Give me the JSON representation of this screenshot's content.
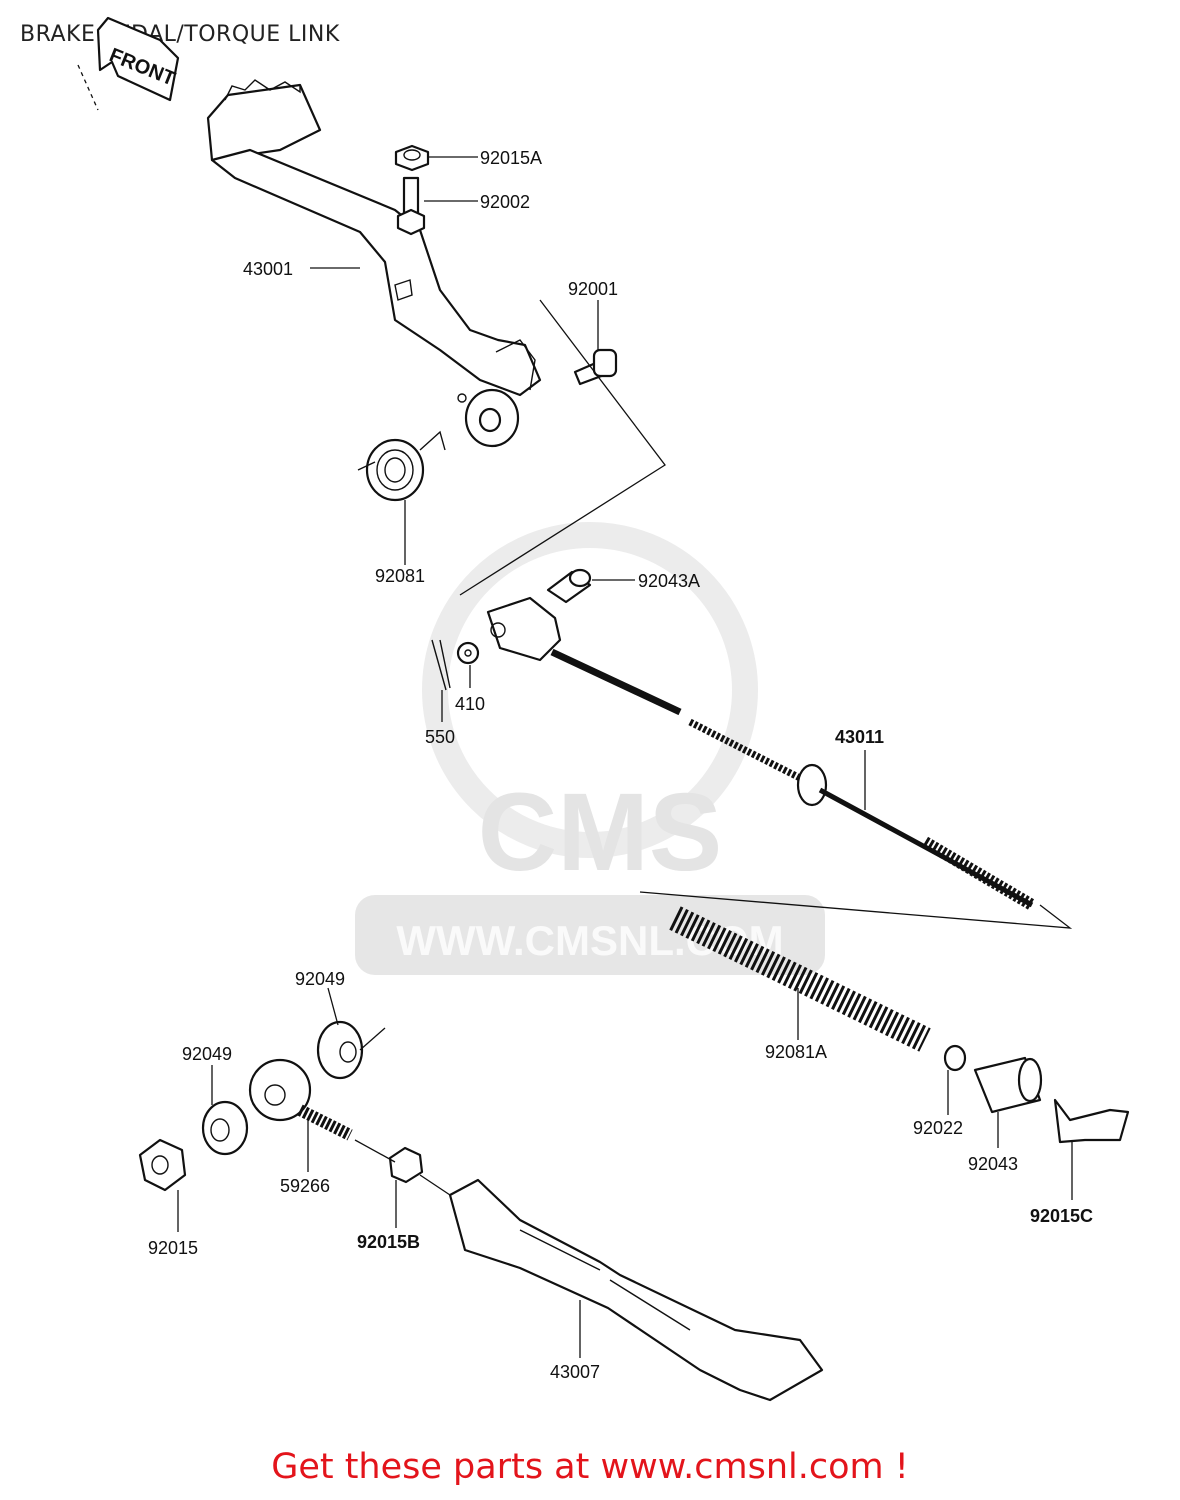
{
  "title": "BRAKE PEDAL/TORQUE LINK",
  "front_label": "FRONT",
  "watermark": {
    "logo": "CMS",
    "url": "WWW.CMSNL.COM"
  },
  "parts": {
    "p92015A": "92015A",
    "p92002": "92002",
    "p43001": "43001",
    "p92001": "92001",
    "p92081": "92081",
    "p92043A": "92043A",
    "p410": "410",
    "p550": "550",
    "p43011": "43011",
    "p92081A": "92081A",
    "p92022": "92022",
    "p92043": "92043",
    "p92015C": "92015C",
    "p92049_top": "92049",
    "p92049_left": "92049",
    "p59266": "59266",
    "p92015": "92015",
    "p92015B": "92015B",
    "p43007": "43007"
  },
  "footer": "Get these parts at www.cmsnl.com !"
}
